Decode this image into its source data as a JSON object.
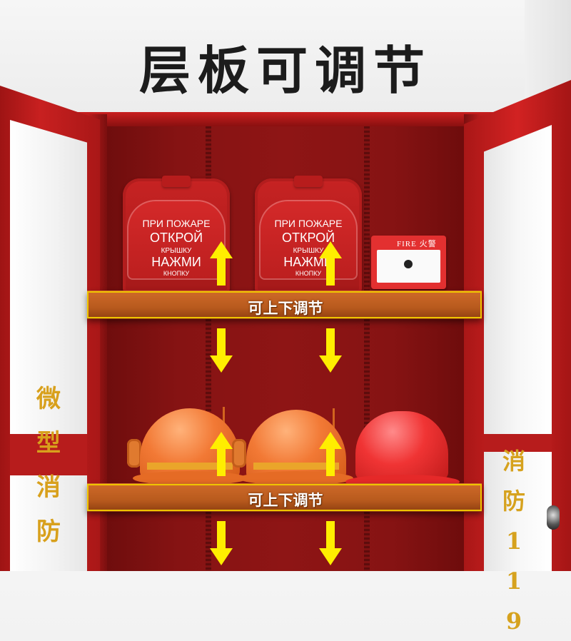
{
  "headline": "层板可调节",
  "shelf_labels": [
    "可上下调节",
    "可上下调节"
  ],
  "alarm_panel": {
    "line1": "ПРИ ПОЖАРЕ",
    "line2": "ОТКРОЙ",
    "line3": "КРЫШКУ",
    "line4": "НАЖМИ",
    "line5": "КНОПКУ"
  },
  "fire_button": {
    "label": "FIRE 火警"
  },
  "door_text_left": "微型消防",
  "door_text_right": "消防119",
  "colors": {
    "cabinet_red": "#b71c1c",
    "shelf_orange": "#c9621f",
    "arrow_yellow": "#ffee00",
    "outline_yellow": "#f0c400"
  }
}
